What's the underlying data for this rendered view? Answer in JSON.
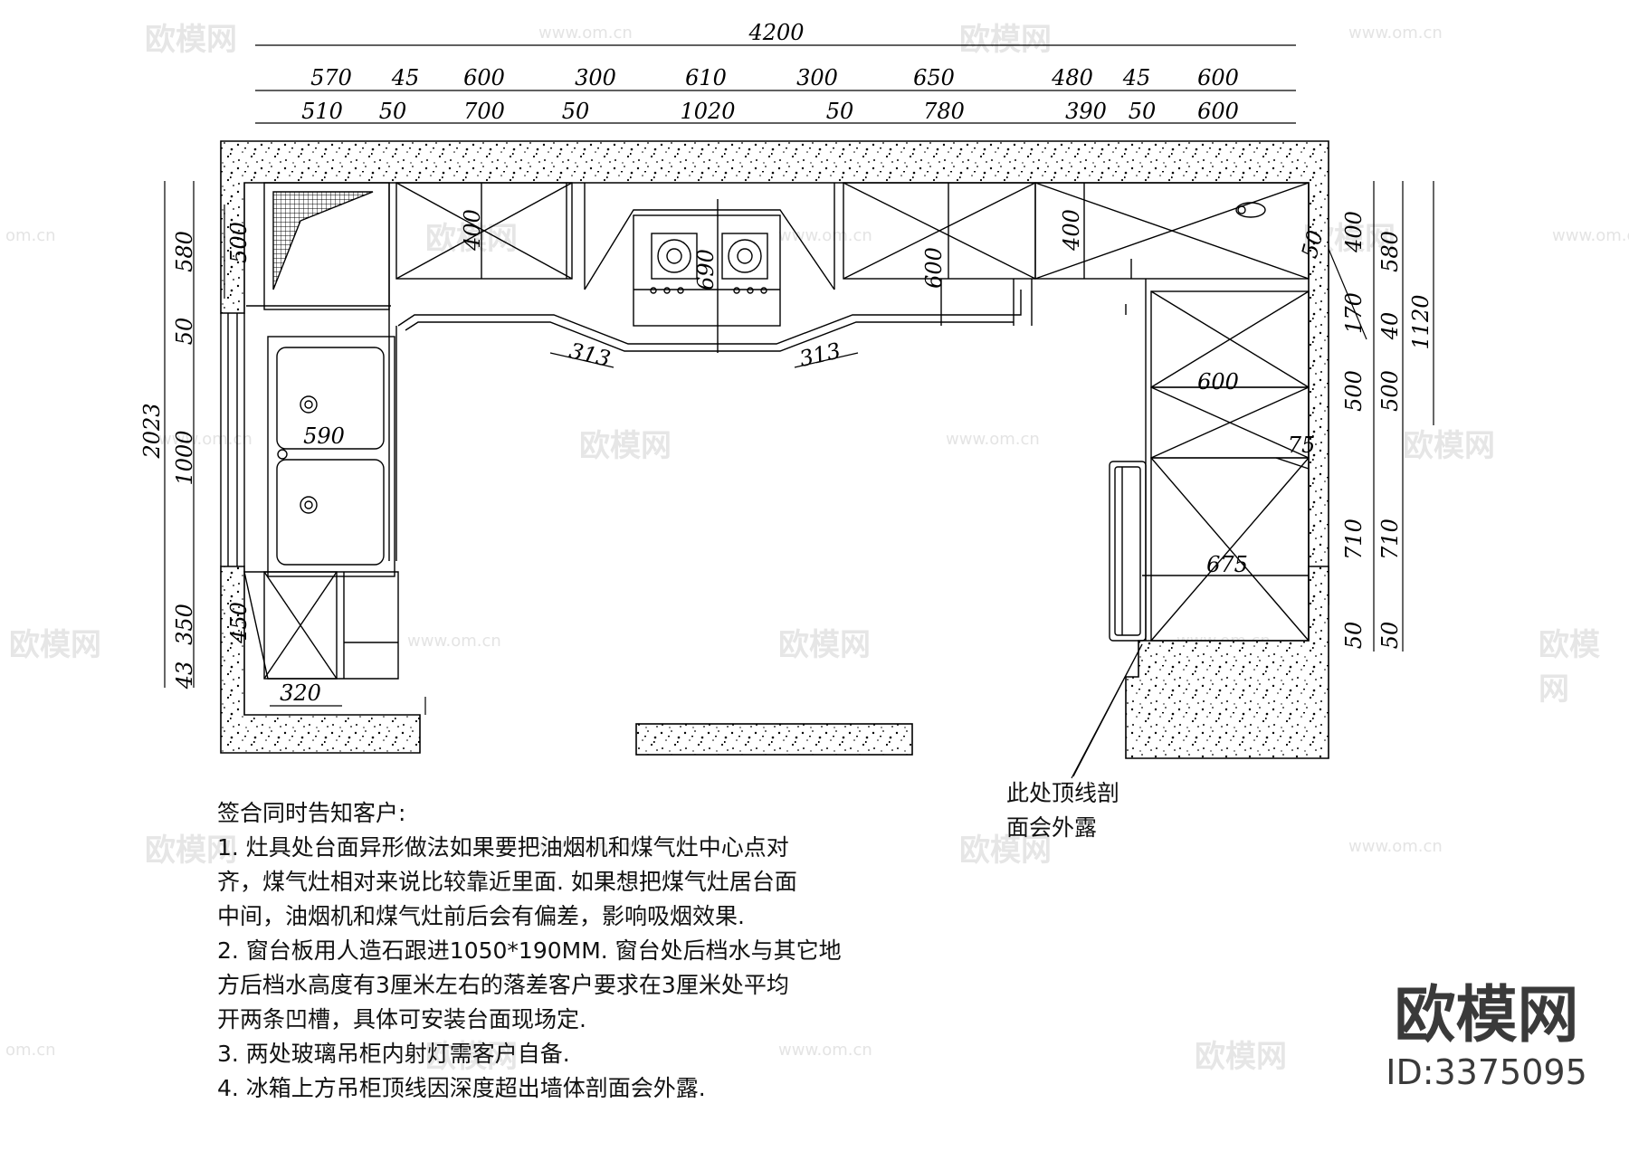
{
  "drawing": {
    "overall_width": "4200",
    "top_row_1": [
      "570",
      "45",
      "600",
      "300",
      "610",
      "300",
      "650",
      "480",
      "45",
      "600"
    ],
    "top_row_2": [
      "510",
      "50",
      "700",
      "50",
      "1020",
      "50",
      "780",
      "390",
      "50",
      "600"
    ],
    "left_outer": [
      "580",
      "50",
      "1000",
      "43"
    ],
    "left_total": "2023",
    "left_inner": [
      "500",
      "350",
      "450"
    ],
    "right_outer": [
      "400",
      "170",
      "40",
      "500",
      "710",
      "50"
    ],
    "right_mid": [
      "580",
      "500",
      "710",
      "50"
    ],
    "right_total": "1120",
    "inner_labels": {
      "wall_cabinet_left": "400",
      "hood": "690",
      "wall_cabinet_mid": "600",
      "wall_cabinet_right": "400",
      "tall_upper": "600",
      "fridge": "675",
      "sink": "590",
      "corner": "50",
      "side_75": "75",
      "bottom_320": "320",
      "angle_left": "313",
      "angle_right": "313"
    }
  },
  "callout": [
    "此处顶线剖",
    "面会外露"
  ],
  "notes": [
    "签合同时告知客户:",
    "1. 灶具处台面异形做法如果要把油烟机和煤气灶中心点对",
    "齐，煤气灶相对来说比较靠近里面. 如果想把煤气灶居台面",
    "中间，油烟机和煤气灶前后会有偏差，影响吸烟效果.",
    "2. 窗台板用人造石跟进1050*190MM. 窗台处后档水与其它地",
    "方后档水高度有3厘米左右的落差客户要求在3厘米处平均",
    "开两条凹槽，具体可安装台面现场定.",
    "3. 两处玻璃吊柜内射灯需客户自备.",
    "4. 冰箱上方吊柜顶线因深度超出墙体剖面会外露."
  ],
  "brand": {
    "name": "欧模网",
    "id": "ID:3375095"
  },
  "watermark": {
    "text": "欧模网",
    "url": "www.om.cn",
    "url_short": "om.cn"
  },
  "colors": {
    "ink": "#000000",
    "watermark": "#e6e6e6",
    "brand": "#3a3a3a"
  }
}
